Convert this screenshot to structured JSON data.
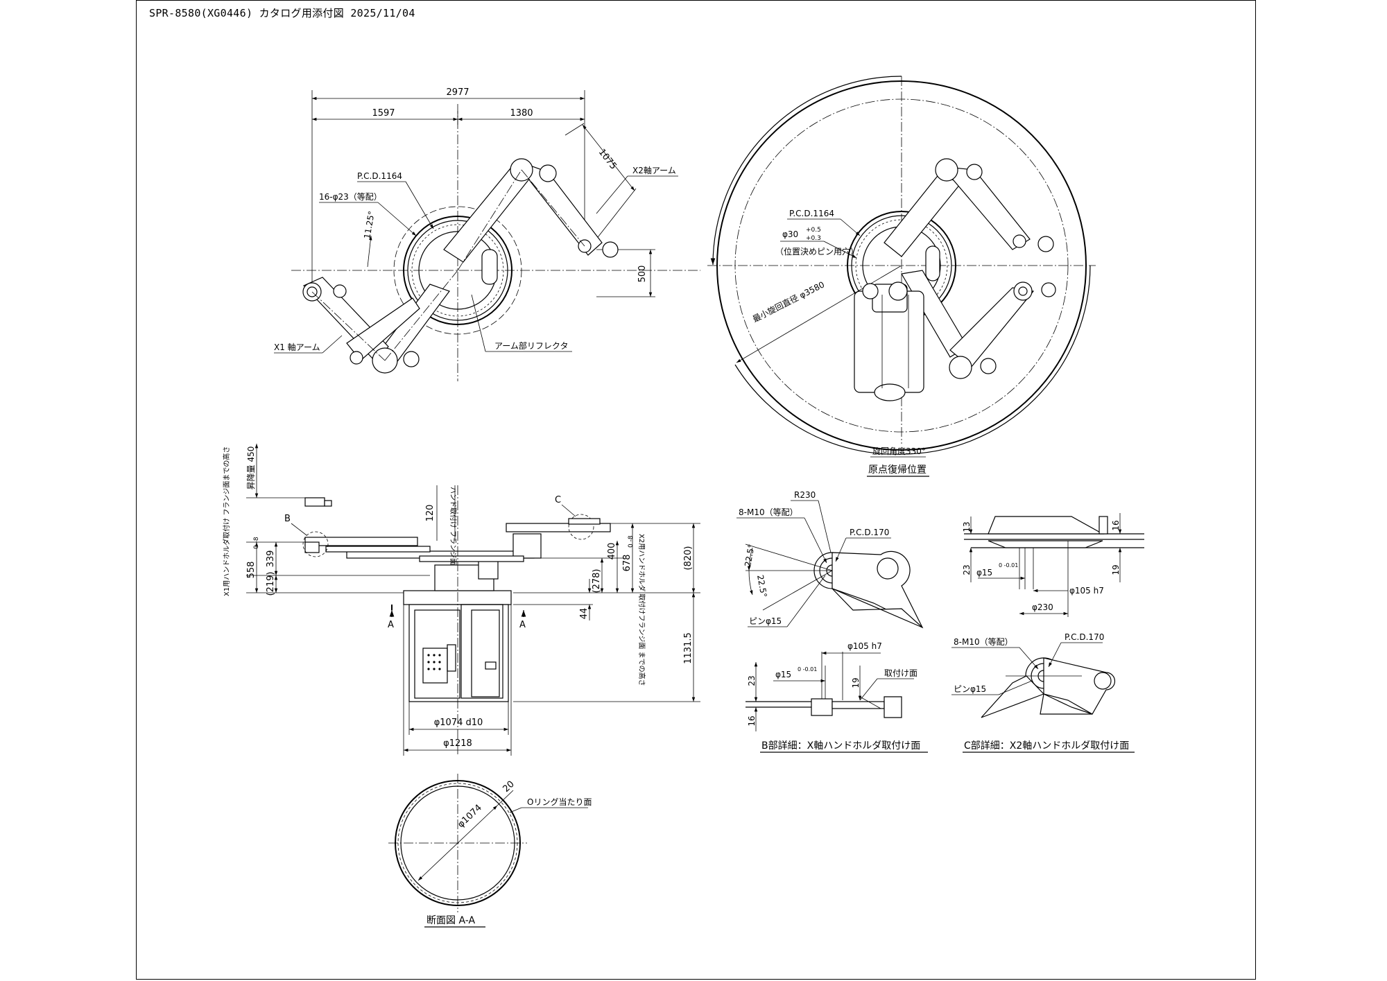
{
  "header": {
    "title": "SPR-8580(XG0446) カタログ用添付図  2025/11/04"
  },
  "top_left_view": {
    "dim_total": "2977",
    "dim_left": "1597",
    "dim_right": "1380",
    "dim_arm": "1075",
    "dim_offset": "500",
    "pcd": "P.C.D.1164",
    "holes": "16-φ23（等配）",
    "angle": "11.25°",
    "x1_arm": "X1 軸アーム",
    "x2_arm": "X2軸アーム",
    "reflector": "アーム部リフレクタ"
  },
  "top_right_view": {
    "pcd": "P.C.D.1164",
    "pin_hole": "φ30",
    "tol_upper": "+0.5",
    "tol_lower": "+0.3",
    "pin_note": "（位置決めピン用穴）",
    "min_dia": "最小旋回直径 φ3580",
    "rotation": "旋回角度330°",
    "caption": "原点復帰位置"
  },
  "side_view": {
    "lift": "昇降量 450",
    "x1_height": "X1用ハンドホルダ取付け フランジ面までの高さ",
    "h558": "558",
    "h558_tol": "0 -8",
    "h339": "339",
    "h219": "(219)",
    "label_b": "B",
    "label_c": "C",
    "h120": "120",
    "hand_flange": "ハンド取付け フランジ面",
    "h400": "400",
    "h278": "(278)",
    "h678": "678",
    "h678_tol": "0 -8",
    "x2_height": "X2用ハンドホルダ 取付けフランジ面 までの高さ",
    "h820": "(820)",
    "h44": "44",
    "h1131": "1131.5",
    "section_a": "A",
    "dia1074": "φ1074  d10",
    "dia1218": "φ1218"
  },
  "section_view": {
    "dia": "φ1074",
    "wall": "20",
    "oring": "Oリング当たり面",
    "caption": "断面図  A-A"
  },
  "detail_b": {
    "r230": "R230",
    "m10": "8-M10（等配）",
    "pcd": "P.C.D.170",
    "a1": "22.5°",
    "a2": "22.5°",
    "pin": "ピンφ15",
    "d105": "φ105 h7",
    "d15": "φ15",
    "d15_tol": "0 -0.01",
    "h23": "23",
    "h19": "19",
    "h16": "16",
    "mount": "取付け面",
    "caption": "B部詳細：X軸ハンドホルダ取付け面"
  },
  "detail_c": {
    "h13": "13",
    "h16": "16",
    "h23": "23",
    "h19": "19",
    "d15": "φ15",
    "d15_tol": "0 -0.01",
    "d105": "φ105  h7",
    "d230": "φ230",
    "m10": "8-M10（等配）",
    "pcd": "P.C.D.170",
    "pin": "ピンφ15",
    "caption": "C部詳細：X2軸ハンドホルダ取付け面"
  }
}
